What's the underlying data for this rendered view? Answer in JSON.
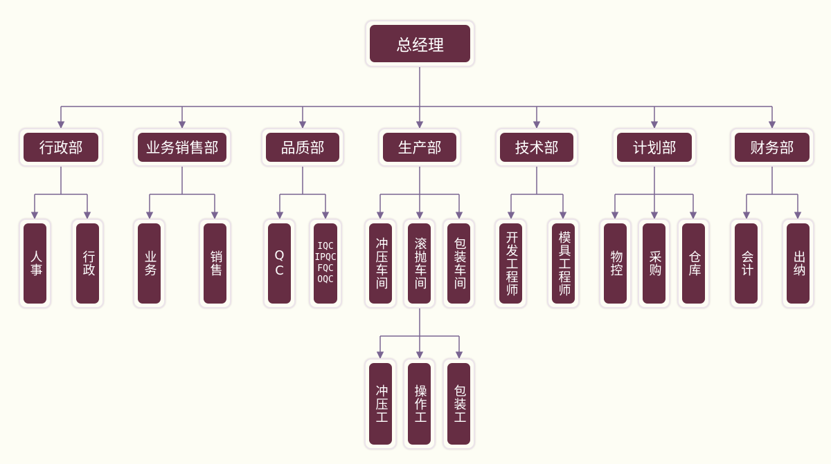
{
  "root": {
    "label": "总经理"
  },
  "departments": [
    {
      "label": "行政部",
      "children": [
        "人事",
        "行政"
      ]
    },
    {
      "label": "业务销售部",
      "children": [
        "业务",
        "销售"
      ]
    },
    {
      "label": "品质部",
      "children": [
        "QC",
        "IQC\nIPQC\nFQC\nOQC"
      ]
    },
    {
      "label": "生产部",
      "children": [
        "冲压车间",
        "滚抛车间",
        "包装车间"
      ]
    },
    {
      "label": "技术部",
      "children": [
        "开发工程师",
        "模具工程师"
      ]
    },
    {
      "label": "计划部",
      "children": [
        "物控",
        "采购",
        "仓库"
      ]
    },
    {
      "label": "财务部",
      "children": [
        "会计",
        "出纳"
      ]
    }
  ],
  "workers": [
    "冲压工",
    "操作工",
    "包装工"
  ],
  "colors": {
    "node_fill": "#662d43",
    "node_text": "#ffffff",
    "line": "#7a6592",
    "background": "#fdfdf4"
  }
}
